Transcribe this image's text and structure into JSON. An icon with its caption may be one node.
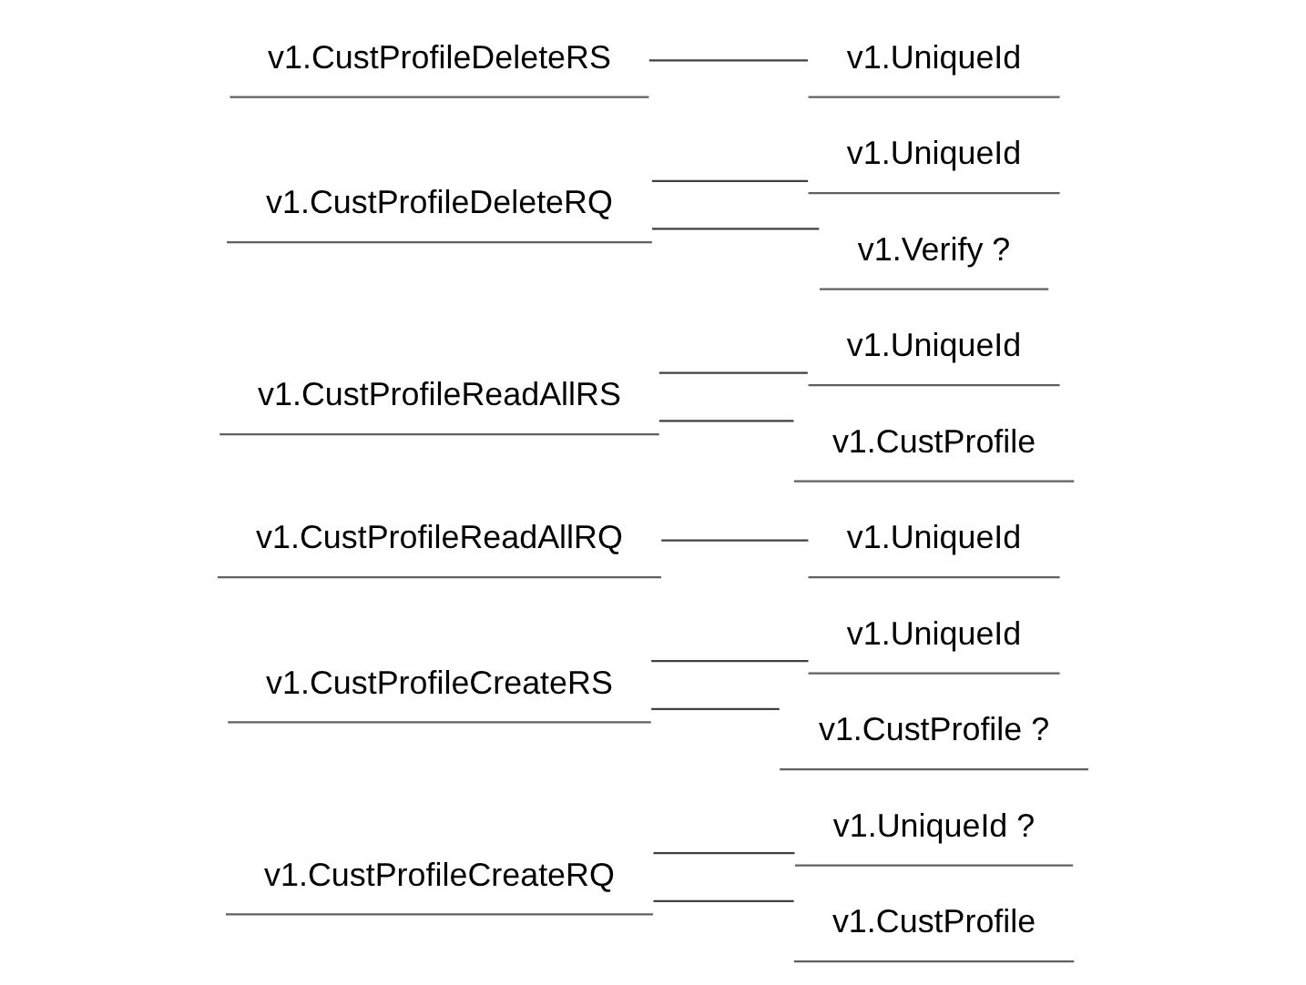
{
  "diagram": {
    "nodes": [
      {
        "text": [
          "v1.CustProfileCreateRQ"
        ]
      },
      {
        "text": [
          "v1.UniqueId ?"
        ]
      },
      {
        "text": [
          "v1.CustProfile"
        ]
      },
      {
        "text": [
          "v1.CustProfileCreateRS"
        ]
      },
      {
        "text": [
          "v1.UniqueId"
        ]
      },
      {
        "text": [
          "v1.CustProfile ?"
        ]
      },
      {
        "text": [
          "v1.CustProfileReadAllRQ"
        ]
      },
      {
        "text": [
          "v1.UniqueId"
        ]
      },
      {
        "text": [
          "v1.CustProfileReadAllRS"
        ]
      },
      {
        "text": [
          "v1.UniqueId"
        ]
      },
      {
        "text": [
          "v1.CustProfile"
        ]
      },
      {
        "text": [
          "v1.CustProfileDeleteRQ"
        ]
      },
      {
        "text": [
          "v1.UniqueId"
        ]
      },
      {
        "text": [
          "v1.Verify ?"
        ]
      },
      {
        "text": [
          "v1.CustProfileDeleteRS"
        ]
      },
      {
        "text": [
          "v1.UniqueId"
        ]
      }
    ],
    "edges": [
      {
        "from": 0,
        "to": 1,
        "arrow": "none"
      },
      {
        "from": 0,
        "to": 2,
        "arrow": "none"
      },
      {
        "from": 3,
        "to": 4,
        "arrow": "none"
      },
      {
        "from": 3,
        "to": 5,
        "arrow": "none"
      },
      {
        "from": 6,
        "to": 7,
        "arrow": "none"
      },
      {
        "from": 8,
        "to": 9,
        "arrow": "none"
      },
      {
        "from": 8,
        "to": 10,
        "arrow": "none"
      },
      {
        "from": 11,
        "to": 12,
        "arrow": "none"
      },
      {
        "from": 11,
        "to": 13,
        "arrow": "none"
      },
      {
        "from": 14,
        "to": 15,
        "arrow": "none"
      }
    ]
  }
}
